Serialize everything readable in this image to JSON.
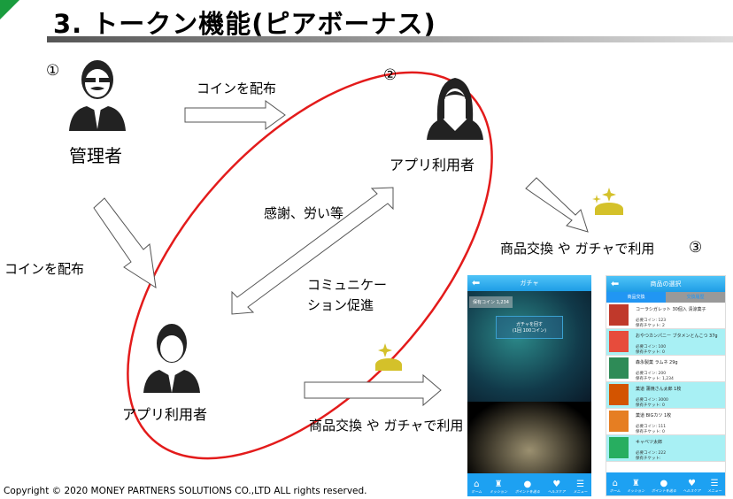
{
  "slide": {
    "title": "3. トークン機能(ピアボーナス)",
    "copyright": "Copyright © 2020 MONEY PARTNERS SOLUTIONS CO.,LTD ALL rights reserved."
  },
  "diagram": {
    "marker1": "①",
    "marker2": "②",
    "marker3": "③",
    "admin_label": "管理者",
    "user_top_label": "アプリ利用者",
    "user_bottom_label": "アプリ利用者",
    "distribute_top": "コインを配布",
    "distribute_left": "コインを配布",
    "thanks": "感謝、労い等",
    "communication_1": "コミュニケー",
    "communication_2": "ション促進",
    "exchange_top": "商品交換 や ガチャで利用",
    "exchange_bottom": "商品交換 や ガチャで利用",
    "ellipse_color": "#e31b1b",
    "coin_color": "#d4c12a"
  },
  "gacha_screen": {
    "title": "ガチャ",
    "coins": "保有コイン 1,234",
    "button_line1": "ガチャを回す",
    "button_line2": "(1回 100コイン)"
  },
  "nav": [
    "ホーム",
    "ミッション",
    "ポイントを送る",
    "ヘルスケア",
    "メニュー"
  ],
  "shop_screen": {
    "title": "商品の選択",
    "tab_active": "商品交換",
    "tab_other": "交換履歴",
    "coin_label": "必要コイン:",
    "ticket_label": "保有チケット:",
    "items": [
      {
        "name": "コーラシガレット 30個入 清涼菓子",
        "coin": "123",
        "ticket": "2"
      },
      {
        "name": "おやつカンパニー ブタメンとんこつ 37g",
        "coin": "100",
        "ticket": "0"
      },
      {
        "name": "森永製菓 ラムネ 29g",
        "coin": "200",
        "ticket": "1,234"
      },
      {
        "name": "菓道 蒲焼さん太郎 1枚",
        "coin": "3000",
        "ticket": "0"
      },
      {
        "name": "菓道 BIGカツ 1枚",
        "coin": "111",
        "ticket": "0"
      },
      {
        "name": "キャベツ太郎",
        "coin": "222",
        "ticket": ""
      }
    ]
  }
}
